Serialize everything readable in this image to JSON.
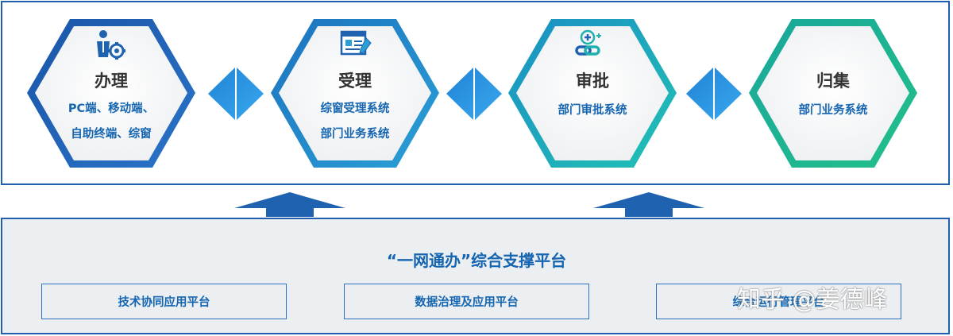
{
  "stages": [
    {
      "title": "办理",
      "lines": [
        "PC端、移动端、",
        "自助终端、综窗"
      ],
      "icon": "businessman-gear-icon"
    },
    {
      "title": "受理",
      "lines": [
        "综窗受理系统",
        "部门业务系统"
      ],
      "icon": "form-edit-icon"
    },
    {
      "title": "审批",
      "lines": [
        "部门审批系统"
      ],
      "icon": "link-plus-icon"
    },
    {
      "title": "归集",
      "lines": [
        "部门业务系统"
      ],
      "icon": ""
    }
  ],
  "platform": {
    "title": "“一网通办”综合支撑平台",
    "modules": [
      "技术协同应用平台",
      "数据治理及应用平台",
      "综合运行管理平台"
    ]
  },
  "watermark": "知乎 @姜德峰",
  "colors": {
    "stage1": "#1b57a6",
    "stage2": "#1a7ec4",
    "stage3": "#1fb0b0",
    "stage4": "#1eb38c",
    "arrow": "#1f63b0"
  }
}
